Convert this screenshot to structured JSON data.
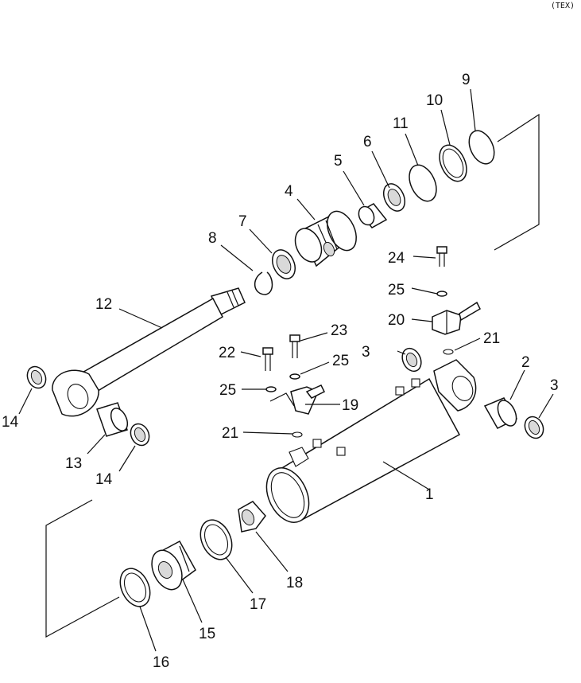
{
  "drawing": {
    "code": "(TEX)",
    "callouts": [
      "1",
      "2",
      "3",
      "3",
      "4",
      "5",
      "6",
      "7",
      "8",
      "9",
      "10",
      "11",
      "12",
      "13",
      "14",
      "14",
      "15",
      "16",
      "17",
      "18",
      "19",
      "20",
      "21",
      "21",
      "22",
      "23",
      "24",
      "25",
      "25",
      "25"
    ]
  }
}
